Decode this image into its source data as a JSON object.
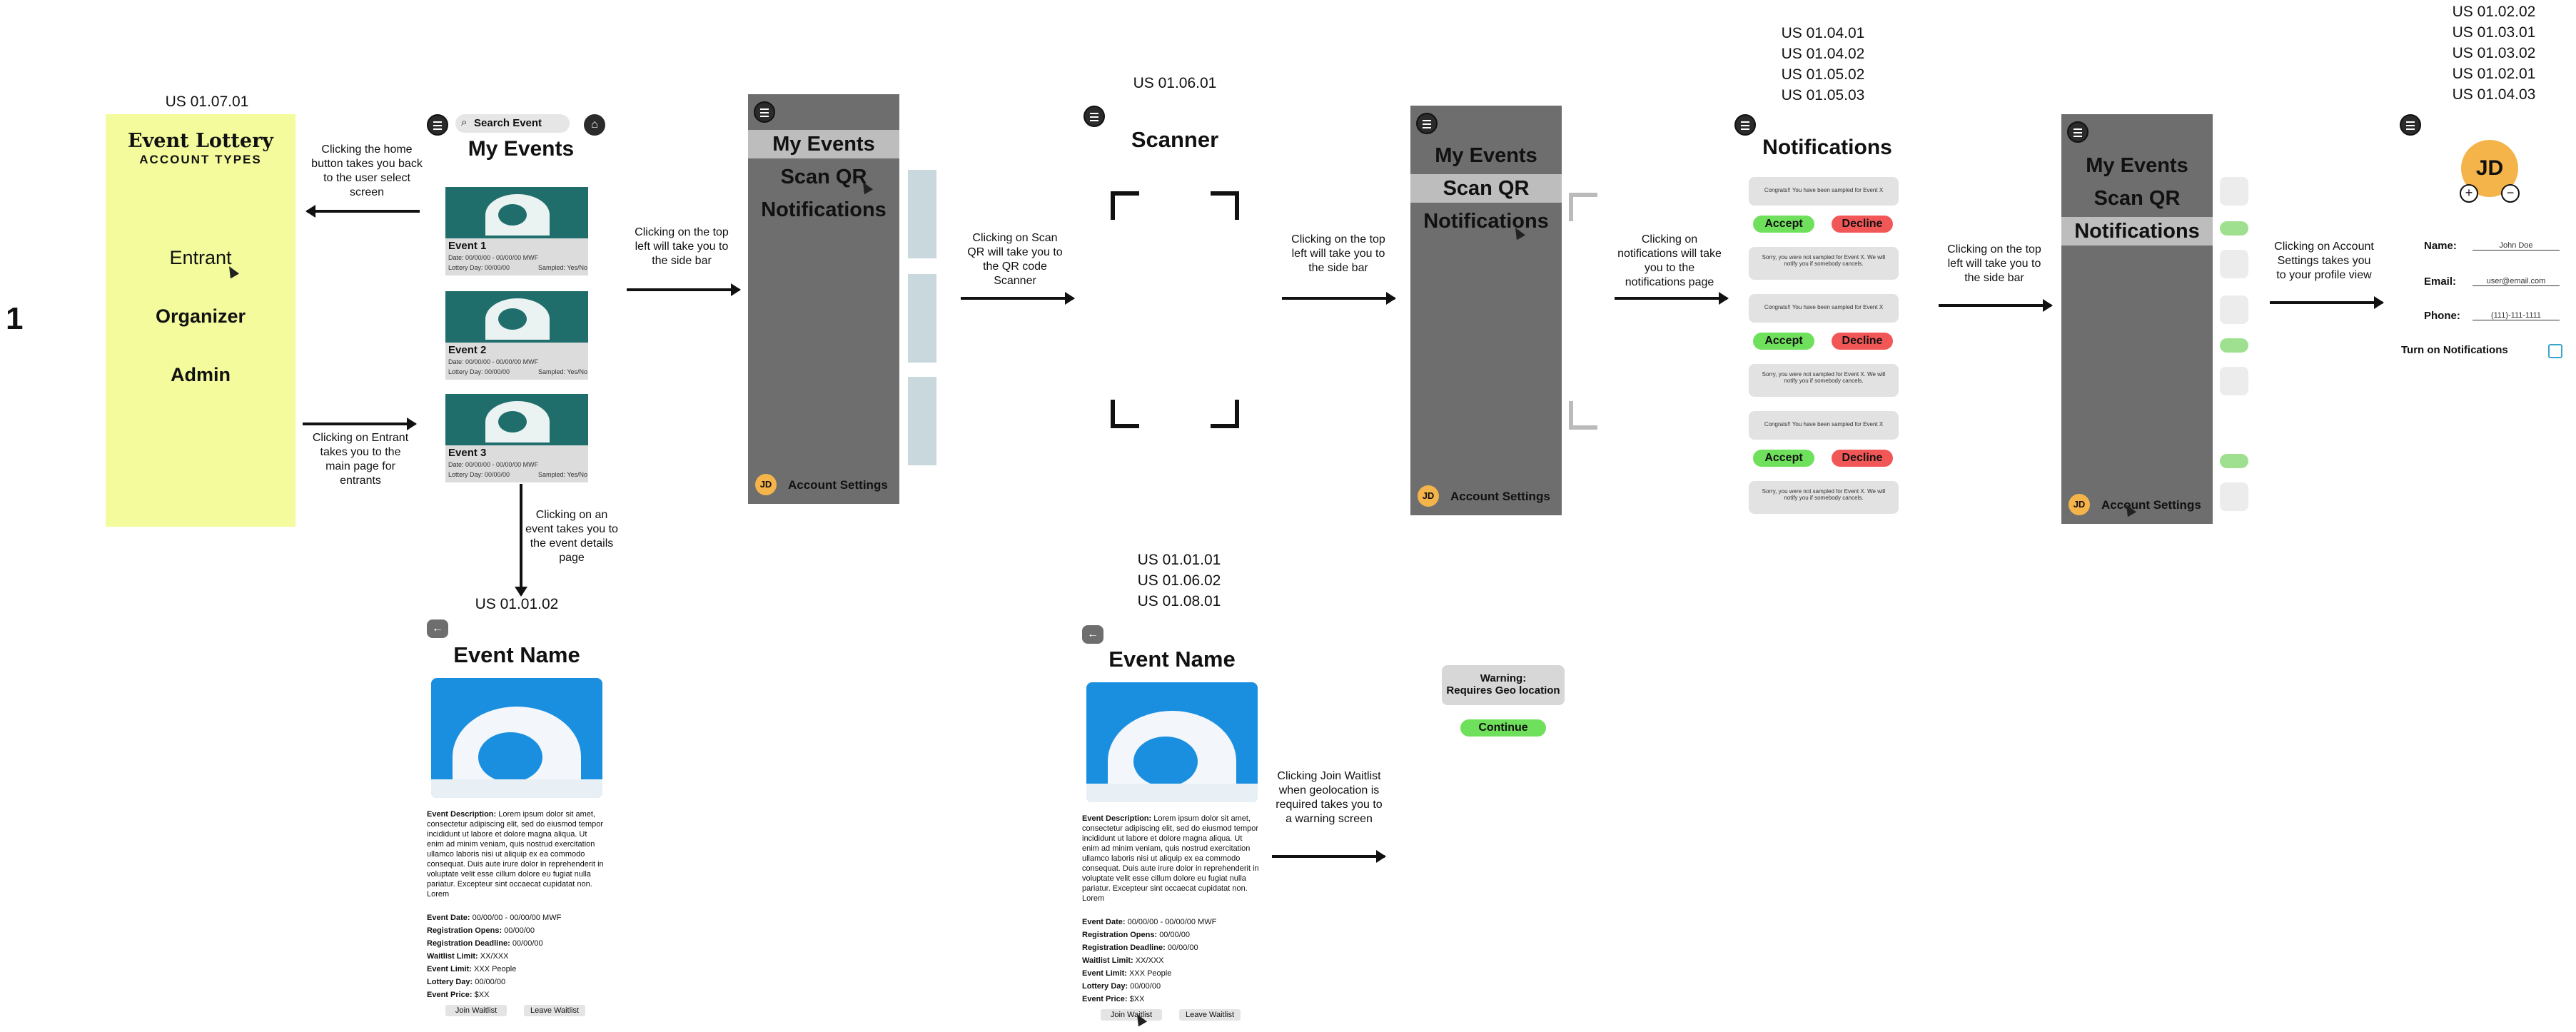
{
  "page_number": "1",
  "us_labels": {
    "user_types": "US 01.07.01",
    "event_details": "US 01.01.02",
    "scanner": "US 01.06.01",
    "geo_event": [
      "US 01.01.01",
      "US 01.06.02",
      "US 01.08.01"
    ],
    "notifications": [
      "US 01.04.01",
      "US 01.04.02",
      "US 01.05.02",
      "US 01.05.03"
    ],
    "profile": [
      "US 01.02.02",
      "US 01.03.01",
      "US 01.03.02",
      "US 01.02.01",
      "US 01.04.03"
    ]
  },
  "account_types": {
    "title": "Event Lottery",
    "subtitle": "ACCOUNT TYPES",
    "options": [
      "Entrant",
      "Organizer",
      "Admin"
    ],
    "bg_color": "#f3fb9c"
  },
  "main_page": {
    "search_placeholder": "Search Event",
    "title": "My Events",
    "events": [
      {
        "name": "Event 1",
        "date": "Date: 00/00/00 - 00/00/00 MWF",
        "lottery": "Lottery Day:  00/00/00",
        "sampled": "Sampled: Yes/No"
      },
      {
        "name": "Event 2",
        "date": "Date: 00/00/00 - 00/00/00 MWF",
        "lottery": "Lottery Day:  00/00/00",
        "sampled": "Sampled: Yes/No"
      },
      {
        "name": "Event 3",
        "date": "Date: 00/00/00 - 00/00/00 MWF",
        "lottery": "Lottery Day:  00/00/00",
        "sampled": "Sampled: Yes/No"
      }
    ]
  },
  "sidebar": {
    "items": [
      "My Events",
      "Scan QR",
      "Notifications"
    ],
    "avatar": "JD",
    "account_settings": "Account Settings",
    "bg_color": "#6e6e6e"
  },
  "scanner": {
    "title": "Scanner"
  },
  "event_details": {
    "title": "Event Name",
    "description_label": "Event Description:",
    "description": "Lorem ipsum dolor sit amet, consectetur adipiscing elit, sed do eiusmod tempor incididunt ut labore et dolore magna aliqua. Ut enim ad minim veniam, quis nostrud exercitation ullamco laboris nisi ut aliquip ex ea commodo consequat. Duis aute irure dolor in reprehenderit in voluptate velit esse cillum dolore eu fugiat nulla pariatur. Excepteur sint occaecat cupidatat non. Lorem",
    "fields": [
      {
        "label": "Event Date:",
        "value": "00/00/00 - 00/00/00 MWF"
      },
      {
        "label": "Registration Opens:",
        "value": "00/00/00"
      },
      {
        "label": "Registration Deadline:",
        "value": "00/00/00"
      },
      {
        "label": "Waitlist Limit:",
        "value": "XX/XXX"
      },
      {
        "label": "Event Limit:",
        "value": "XXX People"
      },
      {
        "label": "Lottery  Day:",
        "value": "00/00/00"
      },
      {
        "label": "Event Price:",
        "value": "$XX"
      }
    ],
    "join_label": "Join Waitlist",
    "leave_label": "Leave Waitlist"
  },
  "warning": {
    "title": "Warning:",
    "message": "Requires Geo location",
    "continue_label": "Continue"
  },
  "notifications": {
    "title": "Notifications",
    "sampled_msg": "Congrats!! You have been sampled for Event X",
    "not_sampled_msg": "Sorry, you were not sampled for Event X. We will notify you if somebody cancels.",
    "accept_label": "Accept",
    "decline_label": "Decline"
  },
  "profile": {
    "avatar": "JD",
    "fields": [
      {
        "label": "Name:",
        "value": "John Doe"
      },
      {
        "label": "Email:",
        "value": "user@email.com"
      },
      {
        "label": "Phone:",
        "value": "(111)-111-1111"
      }
    ],
    "notifications_toggle": "Turn on Notifications"
  },
  "notes": {
    "home_back": "Clicking the home button takes you back to the user select screen",
    "entrant_main": "Clicking on Entrant takes you to the main page for entrants",
    "event_details": "Clicking on an event takes you to the event details page",
    "sidebar1": "Clicking on the top left will take you to the side bar",
    "scan_qr": "Clicking on Scan QR will take you to the QR code Scanner",
    "sidebar2": "Clicking on the top left will take you to the side bar",
    "notifications": "Clicking on notifications will take you to the notifications page",
    "sidebar3": "Clicking on the top left will take you to the side bar",
    "account_settings": "Clicking on Account Settings takes you to your profile view",
    "join_waitlist": "Clicking Join Waitlist when geolocation is required takes you to a warning screen"
  }
}
